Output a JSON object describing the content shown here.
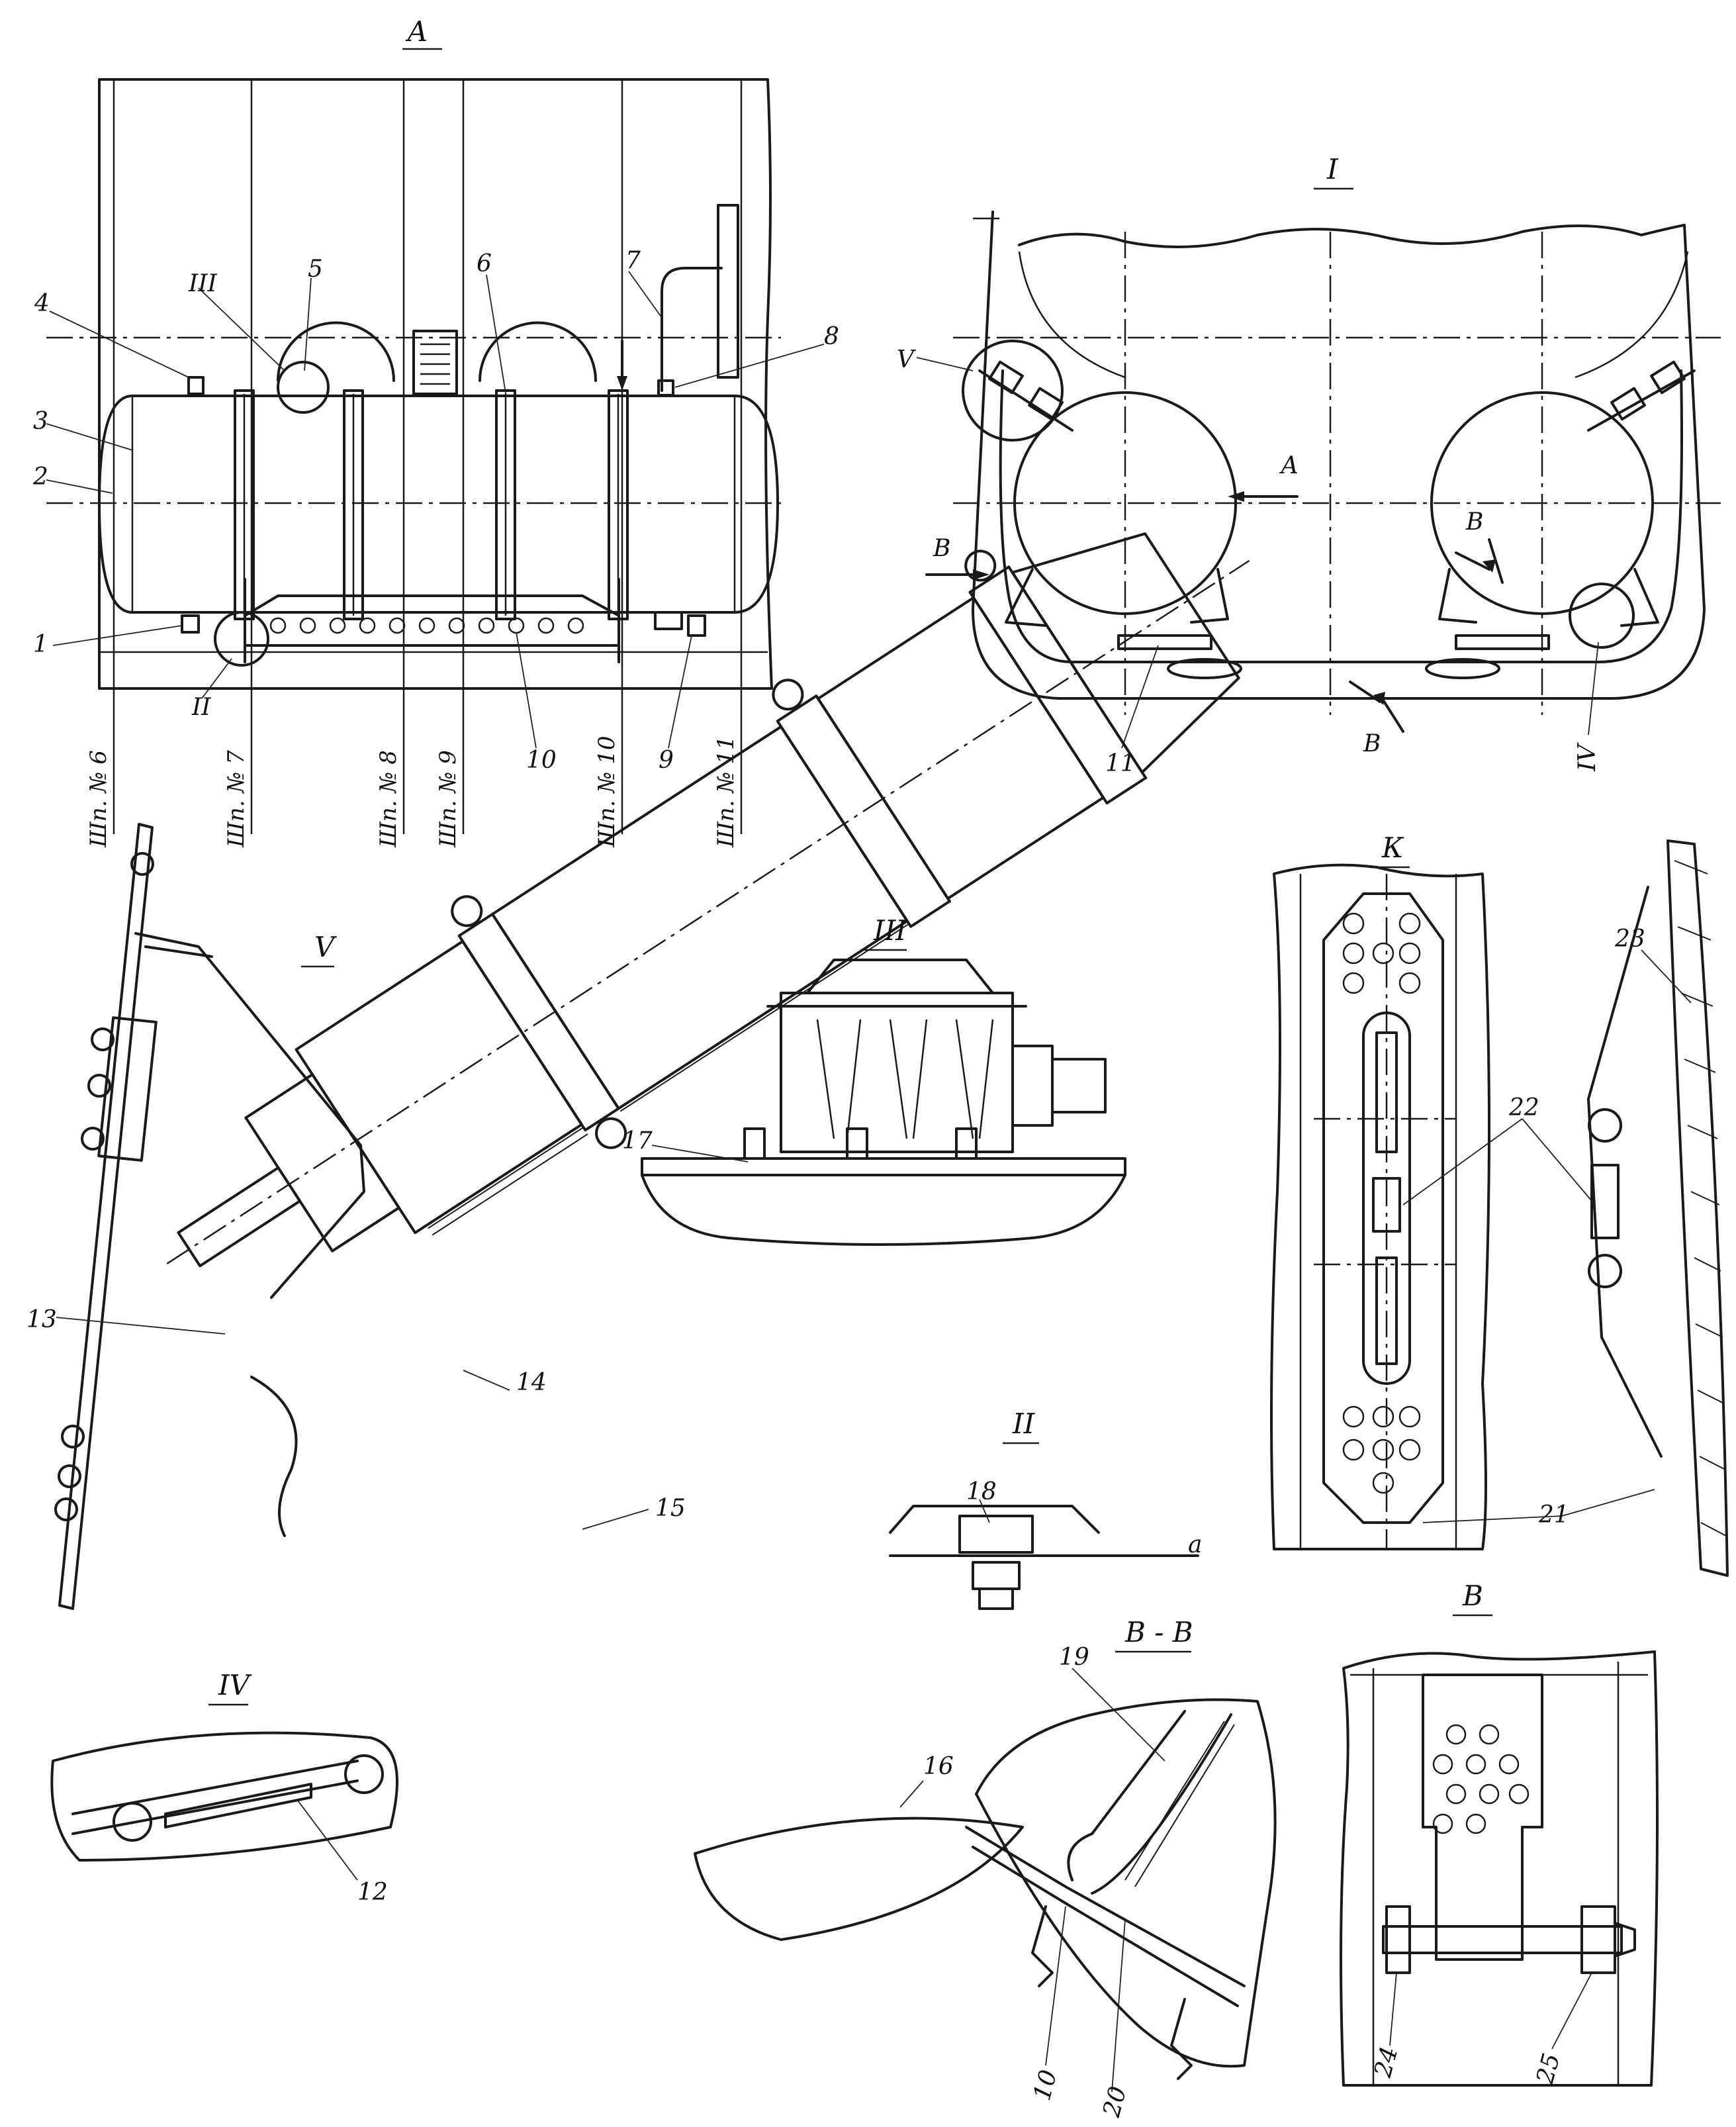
{
  "views": {
    "A": "А",
    "I": "I",
    "II": "II",
    "III": "III",
    "IV": "IV",
    "V": "V",
    "K": "К",
    "B": "В",
    "BB": "В - В"
  },
  "callouts": {
    "c1": "1",
    "c2": "2",
    "c3": "3",
    "c4": "4",
    "c5": "5",
    "c6": "6",
    "c7": "7",
    "c8": "8",
    "c9": "9",
    "c10": "10",
    "c11": "11",
    "c12": "12",
    "c13": "13",
    "c14": "14",
    "c15": "15",
    "c16": "16",
    "c17": "17",
    "c18": "18",
    "c19": "19",
    "c10b": "10",
    "c20": "20",
    "c21": "21",
    "c22": "22",
    "c23": "23",
    "c24": "24",
    "c25": "25"
  },
  "frames": [
    "Шп. № 6",
    "Шп. № 7",
    "Шп. № 8",
    "Шп. № 9",
    "Шп. № 10",
    "Шп. № 11"
  ],
  "markers": {
    "section_b_top": "В",
    "section_b_bottom": "В",
    "arrow_a": "А",
    "arrow_b": "В",
    "detail_a": "а"
  }
}
